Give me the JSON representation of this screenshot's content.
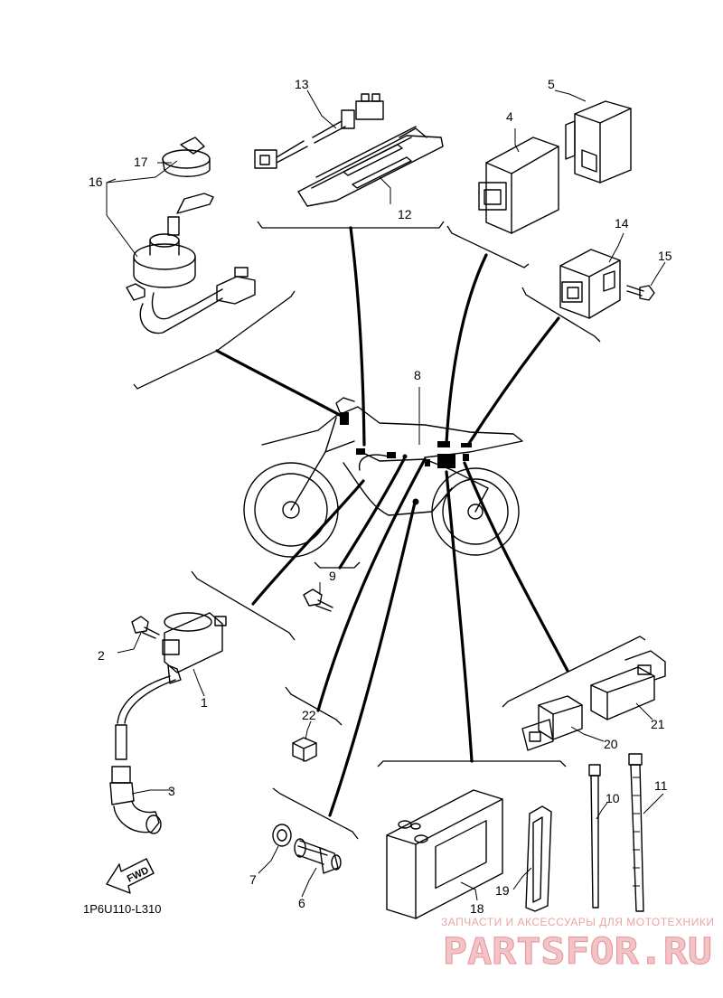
{
  "diagram_code": "1P6U110-L310",
  "fwd_label": "FWD",
  "watermark": {
    "tagline": "ЗАПЧАСТИ И АКСЕССУАРЫ ДЛЯ МОТОТЕХНИКИ",
    "logo": "PARTSFOR.RU"
  },
  "callouts": {
    "c1": "1",
    "c2": "2",
    "c3": "3",
    "c4": "4",
    "c5": "5",
    "c6": "6",
    "c7": "7",
    "c8": "8",
    "c9": "9",
    "c10": "10",
    "c11": "11",
    "c12": "12",
    "c13": "13",
    "c14": "14",
    "c15": "15",
    "c16": "16",
    "c17": "17",
    "c18": "18",
    "c19": "19",
    "c20": "20",
    "c21": "21",
    "c22": "22"
  }
}
